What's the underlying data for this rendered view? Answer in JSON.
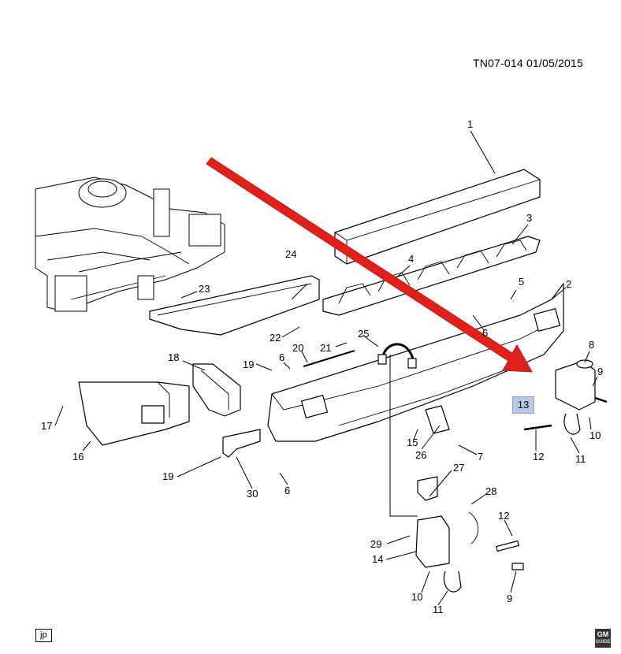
{
  "header": {
    "reference": "TN07-014  01/05/2015"
  },
  "callouts": {
    "c1": "1",
    "c2": "2",
    "c3": "3",
    "c4": "4",
    "c5": "5",
    "c6a": "6",
    "c6b": "6",
    "c6c": "6",
    "c7": "7",
    "c8": "8",
    "c9a": "9",
    "c9b": "9",
    "c10a": "10",
    "c10b": "10",
    "c11a": "11",
    "c11b": "11",
    "c12a": "12",
    "c12b": "12",
    "c13": "13",
    "c14": "14",
    "c15": "15",
    "c16": "16",
    "c17": "17",
    "c18": "18",
    "c19a": "19",
    "c19b": "19",
    "c20": "20",
    "c21": "21",
    "c22": "22",
    "c23": "23",
    "c24": "24",
    "c25": "25",
    "c26": "26",
    "c27": "27",
    "c28": "28",
    "c29": "29",
    "c30": "30"
  },
  "highlight": {
    "callout": "13",
    "color": "#b7c9e6"
  },
  "arrow": {
    "color": "#e0201b"
  },
  "footer": {
    "tag": "jp",
    "logo": "GM",
    "logo_sub": "GUIDE"
  }
}
